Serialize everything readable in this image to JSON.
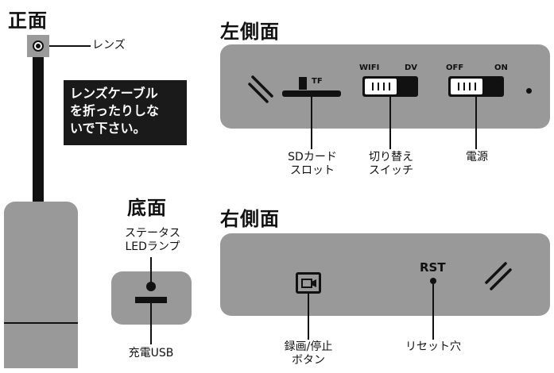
{
  "front": {
    "title": "正面",
    "lens_label": "レンズ"
  },
  "warning": {
    "lines": [
      "レンズケーブル",
      "を折ったりしな",
      "いで下さい。"
    ]
  },
  "bottom": {
    "title": "底面",
    "status_label": [
      "ステータス",
      "LEDランプ"
    ],
    "usb_label": "充電USB"
  },
  "left_side": {
    "title": "左側面",
    "tf_label": "TF",
    "mode_switch": {
      "left": "WIFI",
      "right": "DV"
    },
    "power_switch": {
      "left": "OFF",
      "right": "ON"
    },
    "sd_label": [
      "SDカード",
      "スロット"
    ],
    "switch_label": [
      "切り替え",
      "スイッチ"
    ],
    "power_label": "電源"
  },
  "right_side": {
    "title": "右側面",
    "rst_label": "RST",
    "record_label": [
      "録画/停止",
      "ボタン"
    ],
    "reset_label": "リセット穴"
  }
}
